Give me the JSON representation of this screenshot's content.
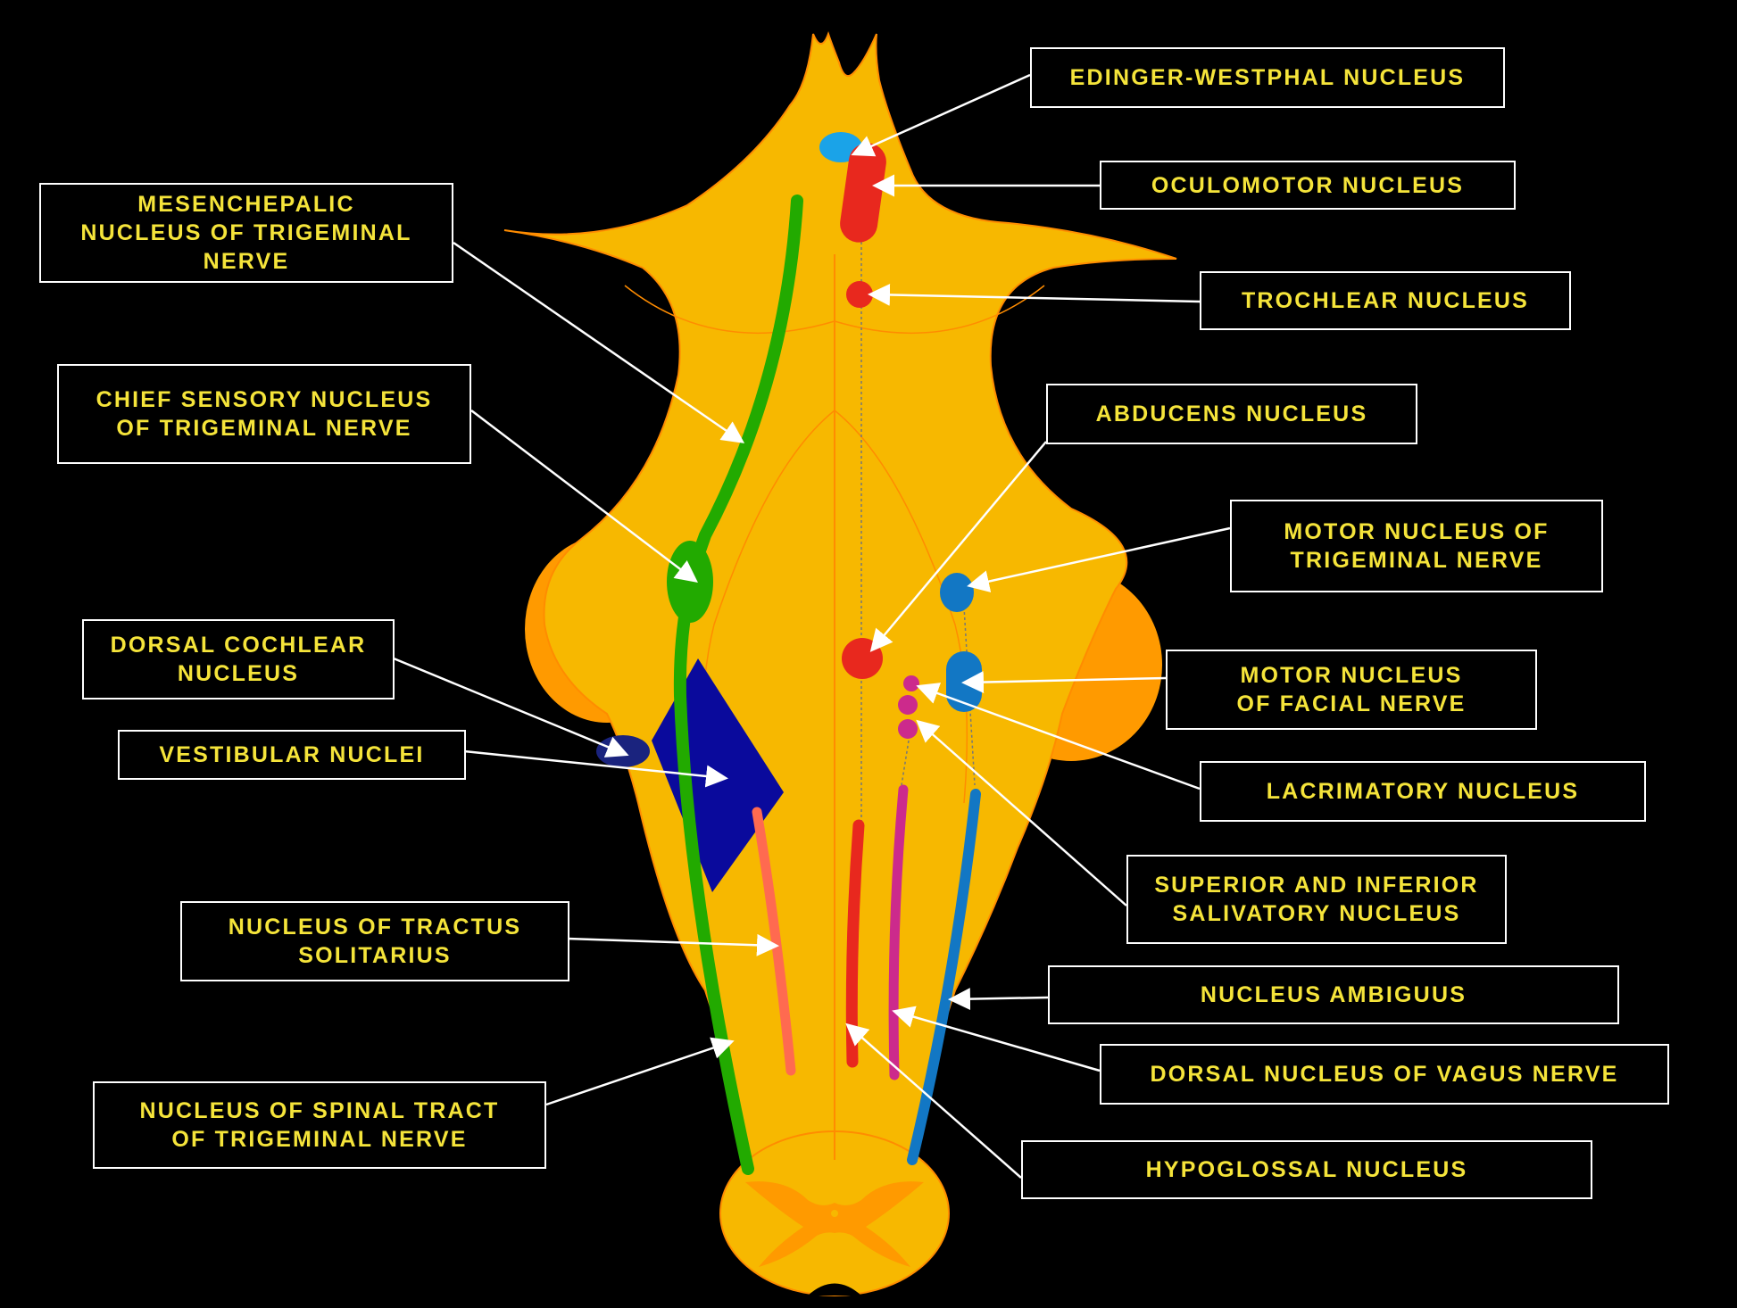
{
  "colors": {
    "background": "#000000",
    "brainstem": "#f7b800",
    "cerebellar_peduncle": "#ff9a00",
    "outline": "#ff8c00",
    "label_text": "#f5e43a",
    "motor_red": "#e8281e",
    "sensory_green": "#22aa00",
    "parasympathetic_light_blue": "#1aa3e8",
    "branchial_blue": "#1277c4",
    "vestibular_navy": "#0a0a9c",
    "cochlear_navy": "#1a237e",
    "solitarius_salmon": "#ff6a50",
    "vagus_magenta": "#cc2a8c"
  },
  "labels": {
    "edinger_westphal": "EDINGER-WESTPHAL NUCLEUS",
    "oculomotor": "OCULOMOTOR NUCLEUS",
    "trochlear": "TROCHLEAR NUCLEUS",
    "abducens": "ABDUCENS NUCLEUS",
    "motor_trigeminal": "MOTOR NUCLEUS OF\nTRIGEMINAL NERVE",
    "motor_facial": "MOTOR NUCLEUS\nOF FACIAL NERVE",
    "lacrimatory": "LACRIMATORY NUCLEUS",
    "salivatory": "SUPERIOR AND INFERIOR\nSALIVATORY NUCLEUS",
    "ambiguus": "NUCLEUS AMBIGUUS",
    "dorsal_vagus": "DORSAL NUCLEUS OF VAGUS NERVE",
    "hypoglossal": "HYPOGLOSSAL NUCLEUS",
    "mesencephalic": "MESENCHEPALIC\nNUCLEUS OF TRIGEMINAL\nNERVE",
    "chief_sensory": "CHIEF SENSORY NUCLEUS\nOF TRIGEMINAL NERVE",
    "dorsal_cochlear": "DORSAL COCHLEAR\nNUCLEUS",
    "vestibular": "VESTIBULAR NUCLEI",
    "tractus_solitarius": "NUCLEUS OF TRACTUS\nSOLITARIUS",
    "spinal_trigeminal": "NUCLEUS OF SPINAL TRACT\nOF TRIGEMINAL NERVE"
  }
}
